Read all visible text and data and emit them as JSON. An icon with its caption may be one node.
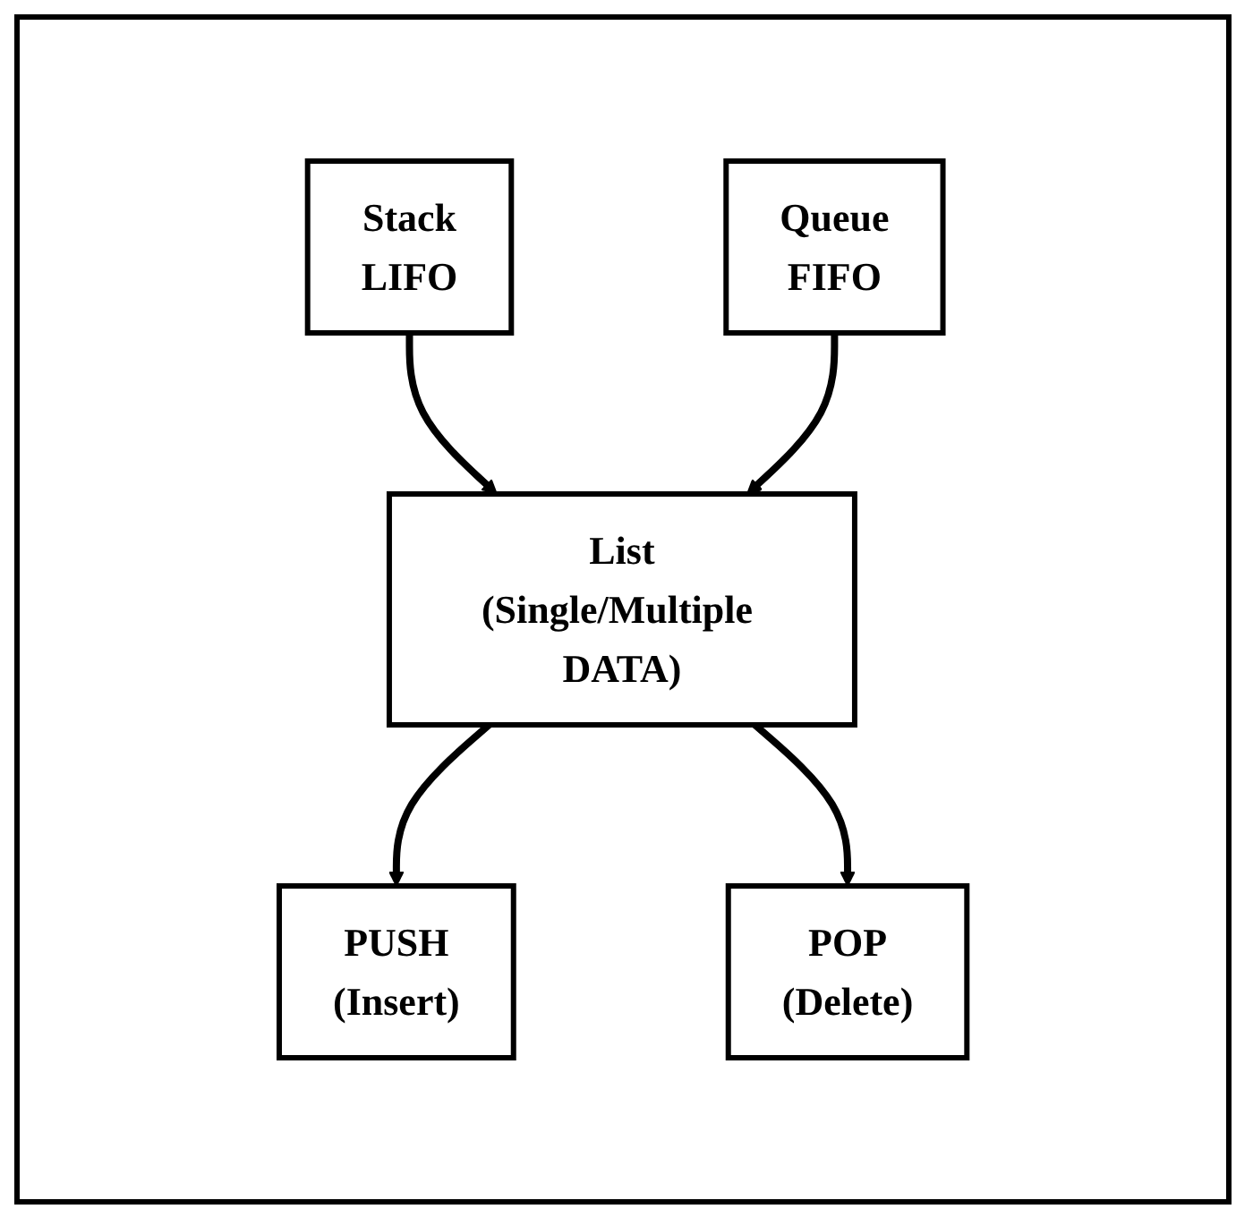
{
  "diagram": {
    "nodes": [
      {
        "text": [
          "Stack",
          "LIFO"
        ]
      },
      {
        "text": [
          "Queue",
          "FIFO"
        ]
      },
      {
        "text": [
          "List",
          "(Single/Multiple DATA)"
        ]
      },
      {
        "text": [
          "PUSH",
          "(Insert)"
        ]
      },
      {
        "text": [
          "POP",
          "(Delete)"
        ]
      }
    ],
    "edges": [
      {
        "from": 0,
        "to": 2,
        "arrow": "to"
      },
      {
        "from": 1,
        "to": 2,
        "arrow": "to"
      },
      {
        "from": 2,
        "to": 3,
        "arrow": "to"
      },
      {
        "from": 2,
        "to": 4,
        "arrow": "to"
      }
    ]
  }
}
